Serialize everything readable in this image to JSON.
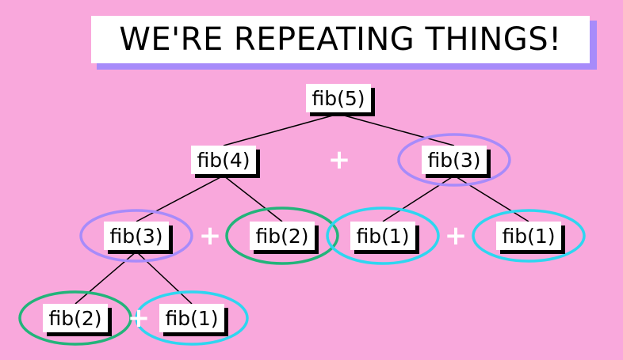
{
  "title": "WE'RE REPEATING THINGS!",
  "colors": {
    "background": "#f9a8dc",
    "title_shadow": "#a78bfa",
    "purple_ring": "#a78bfa",
    "green_ring": "#22b47a",
    "cyan_ring": "#2ed6f0"
  },
  "plus_sign": "+",
  "nodes": [
    {
      "id": "n5",
      "label": "fib(5)",
      "ring": "none"
    },
    {
      "id": "n4",
      "label": "fib(4)",
      "ring": "none"
    },
    {
      "id": "n3a",
      "label": "fib(3)",
      "ring": "purple"
    },
    {
      "id": "n3b",
      "label": "fib(3)",
      "ring": "purple"
    },
    {
      "id": "n2a",
      "label": "fib(2)",
      "ring": "green"
    },
    {
      "id": "n1a",
      "label": "fib(1)",
      "ring": "cyan"
    },
    {
      "id": "n1b",
      "label": "fib(1)",
      "ring": "cyan"
    },
    {
      "id": "n2b",
      "label": "fib(2)",
      "ring": "green"
    },
    {
      "id": "n1c",
      "label": "fib(1)",
      "ring": "cyan"
    }
  ],
  "edges": [
    [
      "n5",
      "n4"
    ],
    [
      "n5",
      "n3a"
    ],
    [
      "n4",
      "n3b"
    ],
    [
      "n4",
      "n2a"
    ],
    [
      "n3a",
      "n1a"
    ],
    [
      "n3a",
      "n1b"
    ],
    [
      "n3b",
      "n2b"
    ],
    [
      "n3b",
      "n1c"
    ]
  ]
}
